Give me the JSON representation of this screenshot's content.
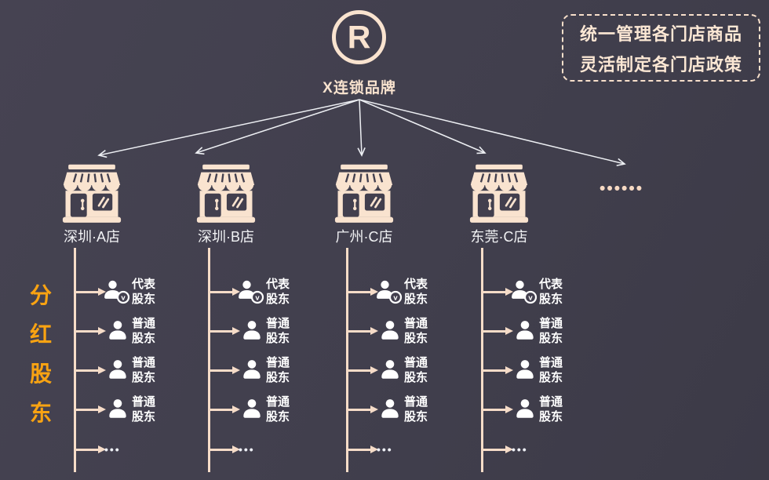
{
  "brand": {
    "symbol": "R",
    "label": "X连锁品牌"
  },
  "note": {
    "line1": "统一管理各门店商品",
    "line2": "灵活制定各门店政策"
  },
  "left_label": {
    "text": "分红股东",
    "chars": [
      "分",
      "红",
      "股",
      "东"
    ]
  },
  "stores": [
    {
      "name": "深圳·A店"
    },
    {
      "name": "深圳·B店"
    },
    {
      "name": "广州·C店"
    },
    {
      "name": "东莞·C店"
    }
  ],
  "roles": [
    {
      "label": "代表股东",
      "badge": "v"
    },
    {
      "label": "普通股东"
    },
    {
      "label": "普通股东"
    },
    {
      "label": "普通股东"
    },
    {
      "label": "•••"
    }
  ],
  "more_stores": "••••••",
  "colors": {
    "background": "#413f4d",
    "cream": "#f9e3cf",
    "branch_line": "#f6dcc8",
    "white_text": "#ffffff",
    "accent_orange": "#f9a312"
  }
}
